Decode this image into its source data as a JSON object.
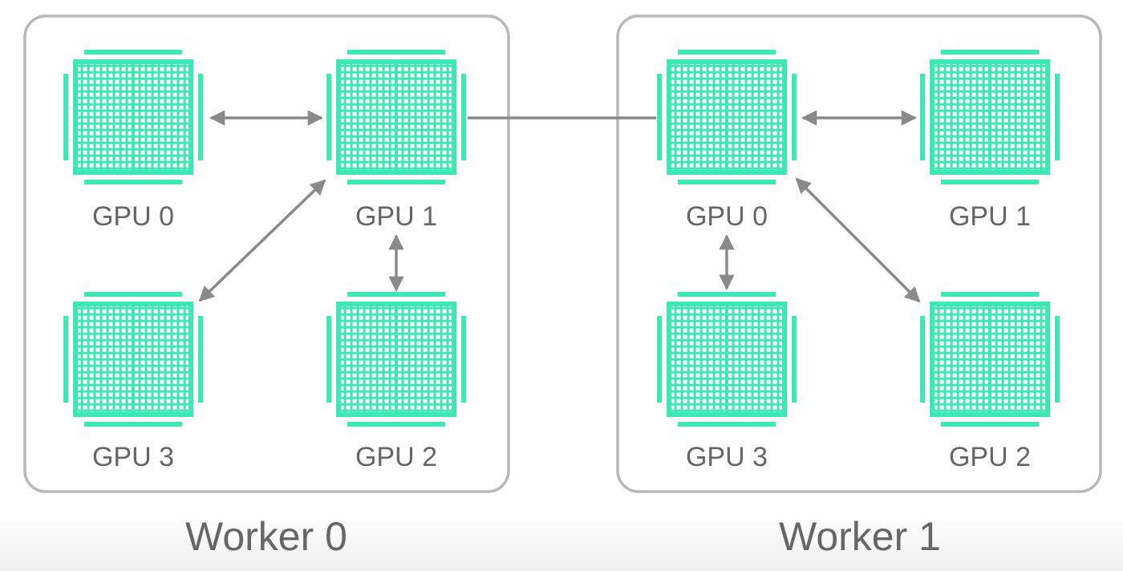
{
  "colors": {
    "chip": "#3ee8b4",
    "chip_grid": "#ffffff",
    "box_border": "#b8b8b8",
    "link": "#8a8a8a",
    "text": "#666666"
  },
  "workers": [
    {
      "label": "Worker 0",
      "gpus": [
        {
          "label": "GPU 0",
          "icon": "gpu-chip-icon"
        },
        {
          "label": "GPU 1",
          "icon": "gpu-chip-icon"
        },
        {
          "label": "GPU 3",
          "icon": "gpu-chip-icon"
        },
        {
          "label": "GPU 2",
          "icon": "gpu-chip-icon"
        }
      ]
    },
    {
      "label": "Worker 1",
      "gpus": [
        {
          "label": "GPU 0",
          "icon": "gpu-chip-icon"
        },
        {
          "label": "GPU 1",
          "icon": "gpu-chip-icon"
        },
        {
          "label": "GPU 3",
          "icon": "gpu-chip-icon"
        },
        {
          "label": "GPU 2",
          "icon": "gpu-chip-icon"
        }
      ]
    }
  ],
  "links": [
    {
      "from": "Worker 0 / GPU 0",
      "to": "Worker 0 / GPU 1",
      "type": "bidirectional-arrow"
    },
    {
      "from": "Worker 0 / GPU 1",
      "to": "Worker 0 / GPU 3",
      "type": "bidirectional-arrow"
    },
    {
      "from": "Worker 0 / GPU 1",
      "to": "Worker 0 / GPU 2",
      "type": "bidirectional-arrow"
    },
    {
      "from": "Worker 0 / GPU 1",
      "to": "Worker 1 / GPU 0",
      "type": "line"
    },
    {
      "from": "Worker 1 / GPU 0",
      "to": "Worker 1 / GPU 1",
      "type": "bidirectional-arrow"
    },
    {
      "from": "Worker 1 / GPU 0",
      "to": "Worker 1 / GPU 3",
      "type": "bidirectional-arrow"
    },
    {
      "from": "Worker 1 / GPU 0",
      "to": "Worker 1 / GPU 2",
      "type": "bidirectional-arrow"
    }
  ]
}
